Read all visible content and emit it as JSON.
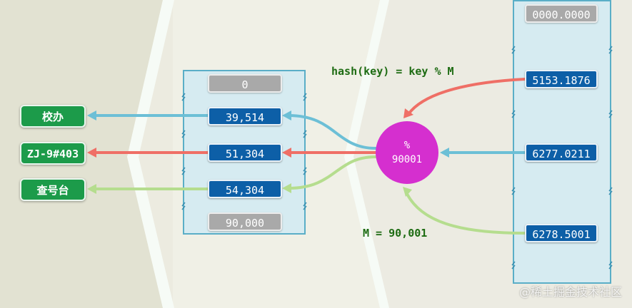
{
  "colors": {
    "red": "#ef6f66",
    "blue": "#6cbfd6",
    "green": "#b5dd8e",
    "magenta": "#d52fcf",
    "output_green": "#1c9b4a",
    "cell_blue": "#0d5fa7",
    "cell_grey": "#a9a9a9",
    "column_fill": "#d6ebf1",
    "note_text": "#1d6b12"
  },
  "outputs": [
    {
      "label": "校办",
      "color": "blue"
    },
    {
      "label": "ZJ-9#403",
      "color": "red"
    },
    {
      "label": "查号台",
      "color": "green"
    }
  ],
  "middle_column": {
    "cells": [
      {
        "value": "0",
        "style": "grey"
      },
      {
        "value": "39,514",
        "style": "blue"
      },
      {
        "value": "51,304",
        "style": "blue"
      },
      {
        "value": "54,304",
        "style": "blue"
      },
      {
        "value": "90,000",
        "style": "grey"
      }
    ]
  },
  "hash_node": {
    "line1": "%",
    "line2": "90001"
  },
  "formula": "hash(key) = key % M",
  "modulus": "M = 90,001",
  "right_column": {
    "cells": [
      {
        "value": "0000.0000",
        "style": "grey"
      },
      {
        "value": "5153.1876",
        "style": "blue"
      },
      {
        "value": "6277.0211",
        "style": "blue"
      },
      {
        "value": "6278.5001",
        "style": "blue"
      }
    ]
  },
  "watermark": "@稀土掘金技术社区"
}
